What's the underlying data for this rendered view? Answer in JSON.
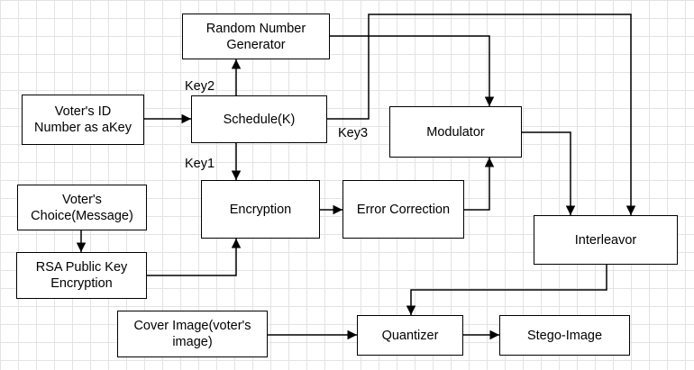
{
  "nodes": {
    "rng": "Random Number\nGenerator",
    "voter_id": "Voter's ID\nNumber as aKey",
    "schedule": "Schedule(K)",
    "modulator": "Modulator",
    "choice": "Voter's\nChoice(Message)",
    "encryption": "Encryption",
    "error_correction": "Error Correction",
    "interleavor": "Interleavor",
    "rsa": "RSA Public Key\nEncryption",
    "cover": "Cover Image(voter's\nimage)",
    "quantizer": "Quantizer",
    "stego": "Stego-Image"
  },
  "edge_labels": {
    "key1": "Key1",
    "key2": "Key2",
    "key3": "Key3"
  },
  "colors": {
    "stroke": "#000000",
    "grid": "#e3e3e3",
    "background": "#ffffff"
  }
}
